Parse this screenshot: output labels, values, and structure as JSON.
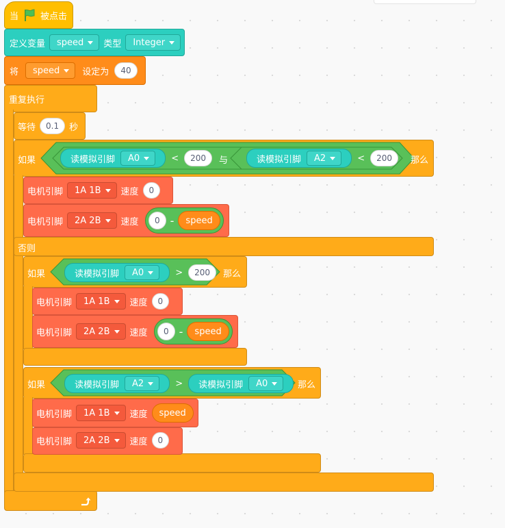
{
  "hat": {
    "when": "当",
    "clicked": "被点击"
  },
  "define": {
    "label": "定义变量",
    "var": "speed",
    "type_label": "类型",
    "type": "Integer"
  },
  "set": {
    "label": "将",
    "var": "speed",
    "to": "设定为",
    "value": "40"
  },
  "forever": {
    "label": "重复执行"
  },
  "wait": {
    "label": "等待",
    "value": "0.1",
    "unit": "秒"
  },
  "if1": {
    "if": "如果",
    "then": "那么",
    "and": "与",
    "else": "否则",
    "left": {
      "read": "读模拟引脚",
      "pin": "A0",
      "op": "<",
      "value": "200"
    },
    "right": {
      "read": "读模拟引脚",
      "pin": "A2",
      "op": "<",
      "value": "200"
    },
    "m1": {
      "label": "电机引脚",
      "pin": "1A 1B",
      "speed": "速度",
      "value": "0"
    },
    "m2": {
      "label": "电机引脚",
      "pin": "2A 2B",
      "speed": "速度",
      "a": "0",
      "minus": "-",
      "b": "speed"
    }
  },
  "if2": {
    "if": "如果",
    "then": "那么",
    "cond": {
      "read": "读模拟引脚",
      "pin": "A0",
      "op": ">",
      "value": "200"
    },
    "m1": {
      "label": "电机引脚",
      "pin": "1A 1B",
      "speed": "速度",
      "value": "0"
    },
    "m2": {
      "label": "电机引脚",
      "pin": "2A 2B",
      "speed": "速度",
      "a": "0",
      "minus": "-",
      "b": "speed"
    }
  },
  "if3": {
    "if": "如果",
    "then": "那么",
    "cond": {
      "read1": "读模拟引脚",
      "pin1": "A2",
      "op": ">",
      "read2": "读模拟引脚",
      "pin2": "A0"
    },
    "m1": {
      "label": "电机引脚",
      "pin": "1A 1B",
      "speed": "速度",
      "value": "speed"
    },
    "m2": {
      "label": "电机引脚",
      "pin": "2A 2B",
      "speed": "速度",
      "value": "0"
    }
  },
  "icons": {
    "flag": "green-flag-icon",
    "loop": "loop-arrow-icon",
    "caret": "dropdown-caret-icon"
  },
  "colors": {
    "events": "#ffbf00",
    "control": "#ffab19",
    "variables": "#ff8c1a",
    "sensing": "#2ccfbf",
    "operators": "#59c059",
    "motor": "#ff6b4a"
  }
}
